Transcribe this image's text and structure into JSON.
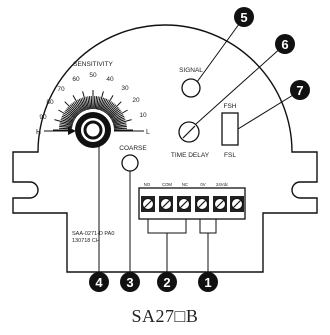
{
  "labels": {
    "sensitivity": "SENSITIVITY",
    "scale": [
      "90",
      "80",
      "70",
      "60",
      "50",
      "40",
      "30",
      "20",
      "10"
    ],
    "high": "H",
    "low": "L",
    "coarse": "COARSE",
    "signal": "SIGNAL",
    "time_delay": "TIME DELAY",
    "fsh": "FSH",
    "fsl": "FSL",
    "model_line1": "SAA-0271-D PA0",
    "model_line2": "130718 CH",
    "terminals": [
      "NO",
      "COM",
      "NC",
      "0V",
      "24Vdc"
    ]
  },
  "callouts": [
    "1",
    "2",
    "3",
    "4",
    "5",
    "6",
    "7"
  ],
  "caption": "SA27□B"
}
